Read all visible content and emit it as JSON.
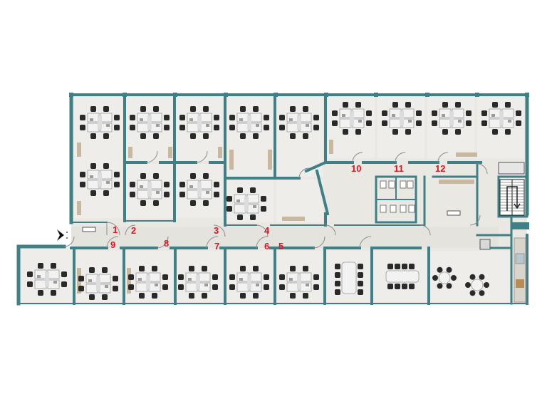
{
  "colors": {
    "wall": "#3f7f86",
    "floor": "#e9e8e3",
    "corridor": "#e4e3de",
    "room": "#eeede9",
    "label": "#e0141e",
    "desk": "#f2f2f2",
    "chair": "#2a2a2a",
    "panel": "#c9b8a0"
  },
  "room_numbers": [
    {
      "id": "1",
      "text": "1"
    },
    {
      "id": "2",
      "text": "2"
    },
    {
      "id": "3",
      "text": "3"
    },
    {
      "id": "4",
      "text": "4"
    },
    {
      "id": "5",
      "text": "5"
    },
    {
      "id": "6",
      "text": "6"
    },
    {
      "id": "7",
      "text": "7"
    },
    {
      "id": "8",
      "text": "8"
    },
    {
      "id": "9",
      "text": "9"
    },
    {
      "id": "10",
      "text": "10"
    },
    {
      "id": "11",
      "text": "11"
    },
    {
      "id": "12",
      "text": "12"
    }
  ],
  "icons": {
    "entrance": "entrance-arrow-icon",
    "stairs": "staircase-icon",
    "restroom": "restroom-icon",
    "conference": "conference-table-icon",
    "desk_cluster": "desk-cluster-icon",
    "round_table": "round-table-icon"
  }
}
